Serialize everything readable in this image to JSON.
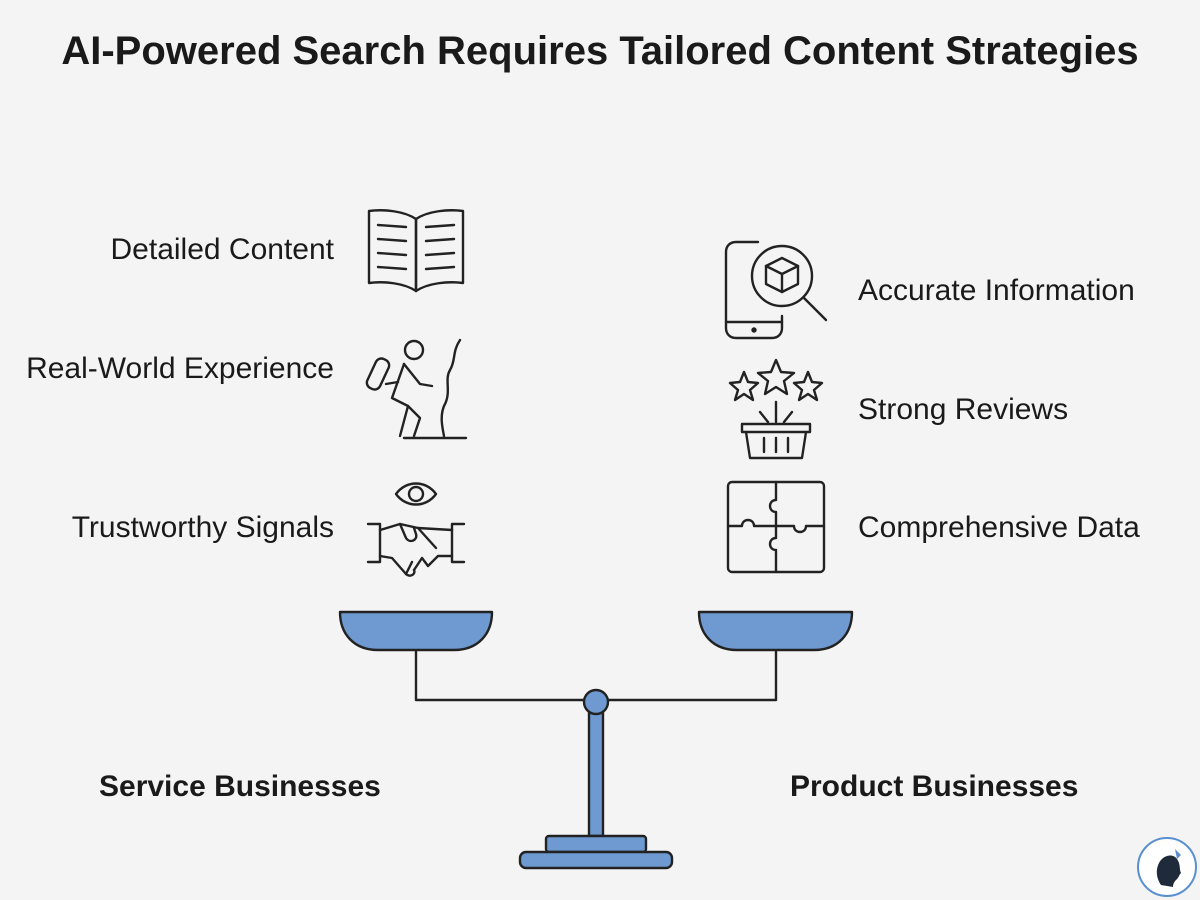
{
  "title": "AI-Powered Search Requires Tailored Content Strategies",
  "left_group": {
    "label": "Service Businesses",
    "items": [
      {
        "label": "Detailed Content",
        "icon": "open-book-icon"
      },
      {
        "label": "Real-World Experience",
        "icon": "climber-icon"
      },
      {
        "label": "Trustworthy Signals",
        "icon": "handshake-eye-icon"
      }
    ]
  },
  "right_group": {
    "label": "Product Businesses",
    "items": [
      {
        "label": "Accurate Information",
        "icon": "phone-magnifier-box-icon"
      },
      {
        "label": "Strong Reviews",
        "icon": "stars-basket-icon"
      },
      {
        "label": "Comprehensive Data",
        "icon": "puzzle-icon"
      }
    ]
  },
  "colors": {
    "accent": "#6e9ad1",
    "stroke": "#222222",
    "background": "#f4f4f4"
  },
  "logo": {
    "icon": "profile-head-icon"
  }
}
